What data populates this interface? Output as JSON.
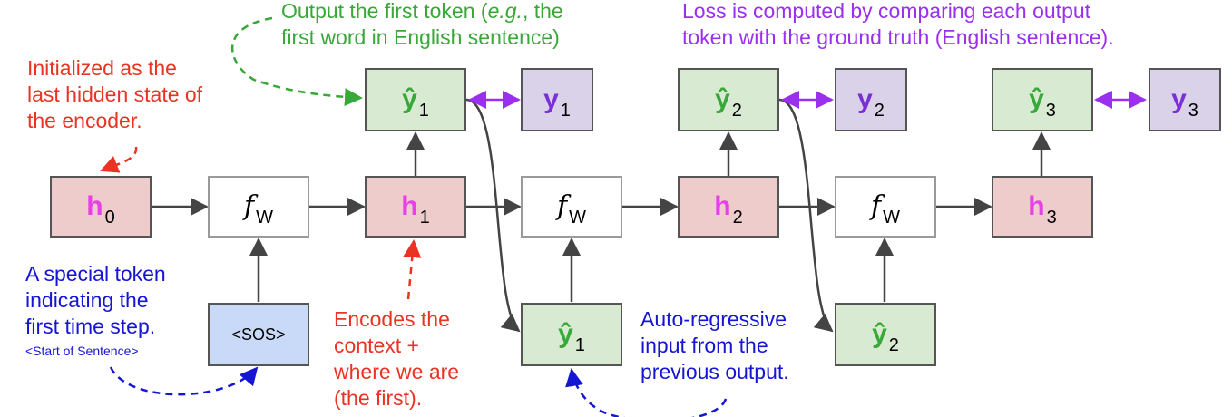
{
  "colors": {
    "hidden": "#efcccc",
    "output": "#d9ead3",
    "ground_truth": "#d9d2e9",
    "sos": "#c9daf8",
    "red": "#ea3323",
    "green": "#38a838",
    "purple": "#9b2ff0",
    "blue": "#1515d4"
  },
  "nodes": {
    "h0": {
      "symbol": "h",
      "sub": "0"
    },
    "h1": {
      "symbol": "h",
      "sub": "1"
    },
    "h2": {
      "symbol": "h",
      "sub": "2"
    },
    "h3": {
      "symbol": "h",
      "sub": "3"
    },
    "fw1": {
      "symbol": "f",
      "sub": "W"
    },
    "fw2": {
      "symbol": "f",
      "sub": "W"
    },
    "fw3": {
      "symbol": "f",
      "sub": "W"
    },
    "yhat1": {
      "symbol": "ŷ",
      "sub": "1"
    },
    "yhat2": {
      "symbol": "ŷ",
      "sub": "2"
    },
    "yhat3": {
      "symbol": "ŷ",
      "sub": "3"
    },
    "y1": {
      "symbol": "y",
      "sub": "1"
    },
    "y2": {
      "symbol": "y",
      "sub": "2"
    },
    "y3": {
      "symbol": "y",
      "sub": "3"
    },
    "yhat1_input": {
      "symbol": "ŷ",
      "sub": "1"
    },
    "yhat2_input": {
      "symbol": "ŷ",
      "sub": "2"
    },
    "sos": {
      "label": "<SOS>"
    }
  },
  "annotations": {
    "output_first_token": {
      "line1_pre": "Output the first token (",
      "line1_italic": "e.g.",
      "line1_post": ", the",
      "line2": "first word in English sentence)"
    },
    "loss": {
      "line1": "Loss is computed by comparing each output",
      "line2": "token with the ground truth (English sentence)."
    },
    "initialized": {
      "text": "Initialized as the\nlast hidden state of\nthe encoder."
    },
    "special_token": {
      "text": "A special token\nindicating the\nfirst time step."
    },
    "start_of_sentence": {
      "text": "<Start of Sentence>"
    },
    "encodes_context": {
      "text": "Encodes the\ncontext +\nwhere we are\n(the first)."
    },
    "auto_regressive": {
      "text": "Auto-regressive\ninput from the\nprevious output."
    }
  }
}
